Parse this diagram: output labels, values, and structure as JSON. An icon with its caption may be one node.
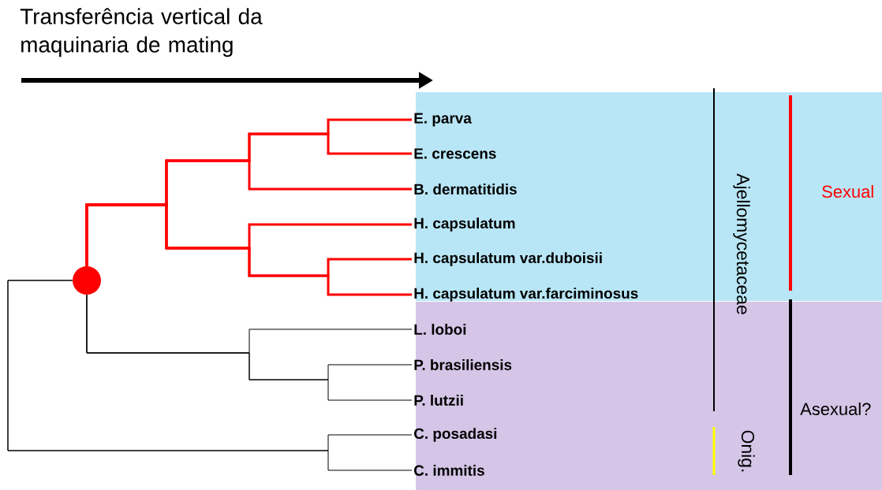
{
  "diagram": {
    "title": "Transferência vertical da maquinaria de mating",
    "nodes": [
      {
        "text": [
          "E. parva"
        ]
      },
      {
        "text": [
          "E. crescens"
        ]
      },
      {
        "text": [
          "B. dermatitidis"
        ]
      },
      {
        "text": [
          "H. capsulatum"
        ]
      },
      {
        "text": [
          "H. capsulatum var.duboisii"
        ]
      },
      {
        "text": [
          "H. capsulatum var.farciminosus"
        ]
      },
      {
        "text": [
          "L. loboi"
        ]
      },
      {
        "text": [
          "P. brasiliensis"
        ]
      },
      {
        "text": [
          "P. lutzii"
        ]
      },
      {
        "text": [
          "C. posadasi"
        ]
      },
      {
        "text": [
          "C. immitis"
        ]
      },
      {
        "text": [],
        "shape": "circle"
      }
    ],
    "edges": [
      {
        "from": 11,
        "to": 0,
        "arrow": "none"
      },
      {
        "from": 11,
        "to": 1,
        "arrow": "none"
      },
      {
        "from": 11,
        "to": 2,
        "arrow": "none"
      },
      {
        "from": 11,
        "to": 3,
        "arrow": "none"
      },
      {
        "from": 11,
        "to": 4,
        "arrow": "none"
      },
      {
        "from": 11,
        "to": 5,
        "arrow": "none"
      },
      {
        "from": 11,
        "to": 6,
        "arrow": "none",
        "color": "#000000"
      },
      {
        "from": 11,
        "to": 7,
        "arrow": "none",
        "color": "#000000"
      },
      {
        "from": 11,
        "to": 8,
        "arrow": "none",
        "color": "#000000"
      },
      {
        "from": 11,
        "to": 9,
        "arrow": "none",
        "color": "#000000"
      },
      {
        "from": 11,
        "to": 10,
        "arrow": "none",
        "color": "#000000"
      }
    ],
    "labels": [
      "Ajellomycetaceae",
      "Sexual",
      "Asexual?",
      "Onig."
    ]
  }
}
